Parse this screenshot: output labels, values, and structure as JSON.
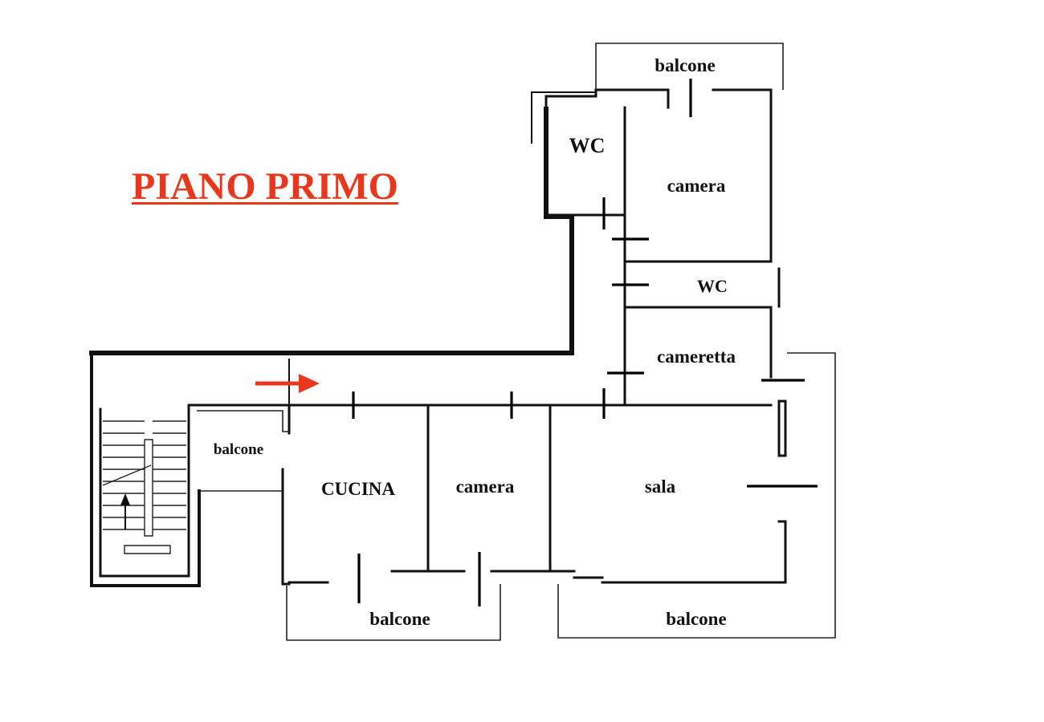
{
  "title": "PIANO PRIMO",
  "colors": {
    "accent": "#e8371c",
    "ink": "#111111",
    "background": "#ffffff"
  },
  "rooms": {
    "wc_upper": "WC",
    "camera_upper": "camera",
    "wc_middle": "WC",
    "cameretta": "cameretta",
    "balcone_top": "balcone",
    "balcone_left": "balcone",
    "cucina": "CUCINA",
    "camera_lower": "camera",
    "sala": "sala",
    "balcone_bottom_left": "balcone",
    "balcone_bottom_right": "balcone"
  },
  "icons": {
    "entrance": "arrow-right-icon",
    "stairs": "staircase-icon"
  }
}
